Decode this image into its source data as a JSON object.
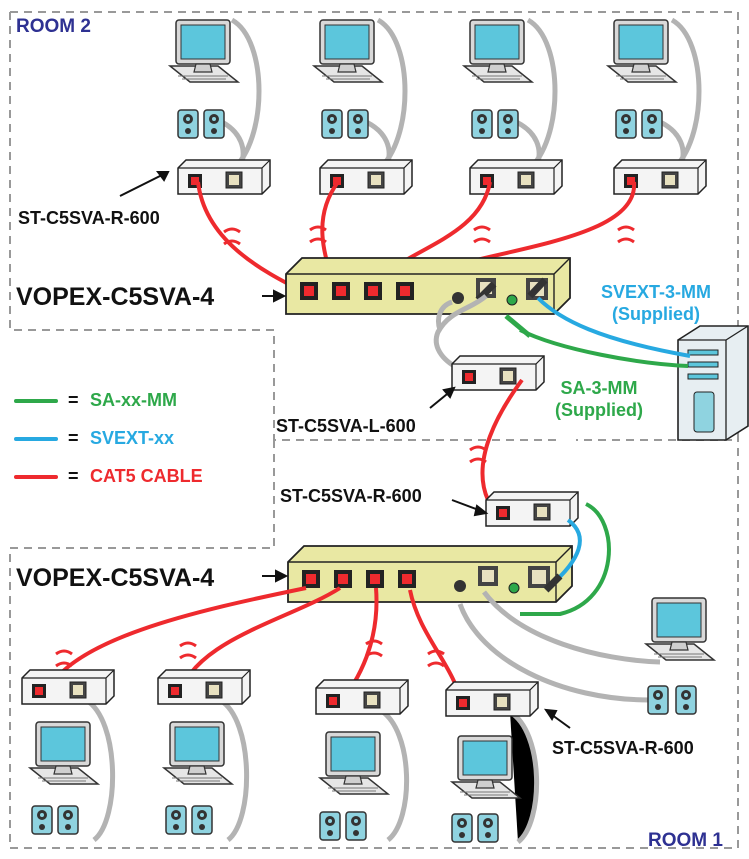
{
  "rooms": {
    "room2": "ROOM 2",
    "room1": "ROOM 1"
  },
  "labels": {
    "receiver_top": "ST-C5SVA-R-600",
    "switch_top": "VOPEX-C5SVA-4",
    "svext_cable": "SVEXT-3-MM",
    "svext_supplied": "(Supplied)",
    "sa_cable": "SA-3-MM",
    "sa_supplied": "(Supplied)",
    "local_unit": "ST-C5SVA-L-600",
    "receiver_mid": "ST-C5SVA-R-600",
    "switch_bottom": "VOPEX-C5SVA-4",
    "receiver_bottom": "ST-C5SVA-R-600"
  },
  "legend": [
    {
      "symbol": "=",
      "text": "SA-xx-MM",
      "color": "#2ea84a"
    },
    {
      "symbol": "=",
      "text": "SVEXT-xx",
      "color": "#27a9e1"
    },
    {
      "symbol": "=",
      "text": "CAT5 CABLE",
      "color": "#ee2a2e"
    }
  ],
  "colors": {
    "cat5": "#ee2a2e",
    "svext": "#27a9e1",
    "sa": "#2ea84a",
    "gray_cable": "#b3b3b3",
    "room_label": "#2e3192",
    "switch_body": "#e9e8a3",
    "monitor_screen": "#5cc6dc",
    "speaker": "#8fd3e0"
  }
}
